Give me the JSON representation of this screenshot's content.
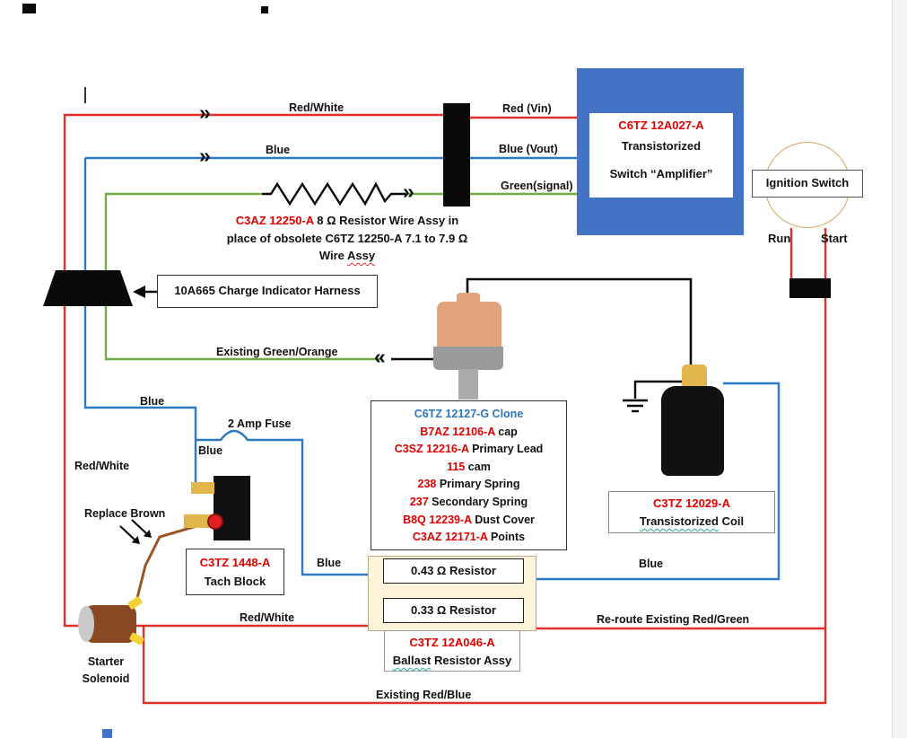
{
  "colors": {
    "red_wire": "#e0302b",
    "blue_wire": "#2b79c2",
    "green_wire": "#6fae47",
    "black_wire": "#0a0a0a",
    "brown_wire": "#9a5526",
    "amplifier_blue": "#4472c4",
    "part_number_red": "#e00000",
    "part_number_blue": "#2e75b6",
    "ballast_cream": "#fdf3da",
    "terminal_yellow": "#e3b64b"
  },
  "icons": {
    "chevron_right": "»",
    "chevron_left": "«"
  },
  "wire_labels": {
    "red_white_top": "Red/White",
    "blue_top": "Blue",
    "red_vin": "Red (Vin)",
    "blue_vout": "Blue (Vout)",
    "green_signal": "Green(signal)",
    "existing_green_orange": "Existing Green/Orange",
    "blue_left": "Blue",
    "two_amp_fuse": "2 Amp Fuse",
    "blue_fuse": "Blue",
    "red_white_left": "Red/White",
    "replace_brown": "Replace Brown",
    "blue_mid": "Blue",
    "blue_right": "Blue",
    "red_white_bottom": "Red/White",
    "reroute": "Re-route Existing Red/Green",
    "existing_red_blue": "Existing Red/Blue"
  },
  "amplifier": {
    "part": "C6TZ 12A027-A",
    "line1": "Transistorized",
    "line2": "Switch “Amplifier”"
  },
  "ignition": {
    "label": "Ignition Switch",
    "run": "Run",
    "start": "Start"
  },
  "resistor_note": {
    "part": "C3AZ 12250-A",
    "rest1": " 8 Ω Resistor Wire Assy in",
    "line2": "place of obsolete C6TZ 12250-A 7.1 to 7.9 Ω",
    "line3_pre": "Wire ",
    "line3_sq": "Assy"
  },
  "charge_harness": {
    "label": "10A665 Charge Indicator Harness"
  },
  "distributor_box": {
    "title": "C6TZ 12127-G Clone",
    "lines": [
      {
        "part": "B7AZ 12106-A",
        "rest": " cap"
      },
      {
        "part": "C3SZ 12216-A",
        "rest": " Primary Lead"
      },
      {
        "part": "115",
        "rest": " cam"
      },
      {
        "part": "238",
        "rest": " Primary Spring"
      },
      {
        "part": "237",
        "rest": " Secondary Spring"
      },
      {
        "part": "B8Q 12239-A",
        "rest": " Dust Cover"
      },
      {
        "part": "C3AZ 12171-A",
        "rest": " Points"
      }
    ]
  },
  "coil_box": {
    "part": "C3TZ 12029-A",
    "name_sq": "Transistorized",
    "name_rest": " Coil"
  },
  "tach_box": {
    "part": "C3TZ 1448-A",
    "name": "Tach Block"
  },
  "ballast": {
    "r1": "0.43 Ω Resistor",
    "r2": "0.33 Ω Resistor",
    "part": "C3TZ 12A046-A",
    "name_sq": "Ballast",
    "name_rest": " Resistor Assy"
  },
  "starter": {
    "line1": "Starter",
    "line2": "Solenoid"
  }
}
